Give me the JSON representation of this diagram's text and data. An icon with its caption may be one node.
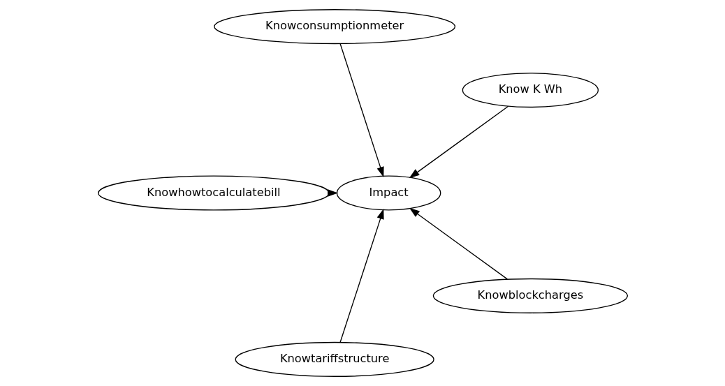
{
  "diagram": {
    "nodes": [
      {
        "text": [
          "Know K Wh"
        ]
      },
      {
        "text": [
          "Knowconsumptionmeter"
        ]
      },
      {
        "text": [
          "Impact"
        ]
      },
      {
        "text": [
          "Knowhowtocalculatebill"
        ]
      },
      {
        "text": [
          "Knowtariffstructure"
        ]
      },
      {
        "text": [
          "Knowblockcharges"
        ]
      }
    ],
    "edges": [
      {
        "from": 0,
        "to": 2,
        "arrow": "to"
      },
      {
        "from": 1,
        "to": 2,
        "arrow": "to"
      },
      {
        "from": 3,
        "to": 2,
        "arrow": "to"
      },
      {
        "from": 4,
        "to": 2,
        "arrow": "to"
      },
      {
        "from": 5,
        "to": 2,
        "arrow": "to"
      }
    ]
  }
}
